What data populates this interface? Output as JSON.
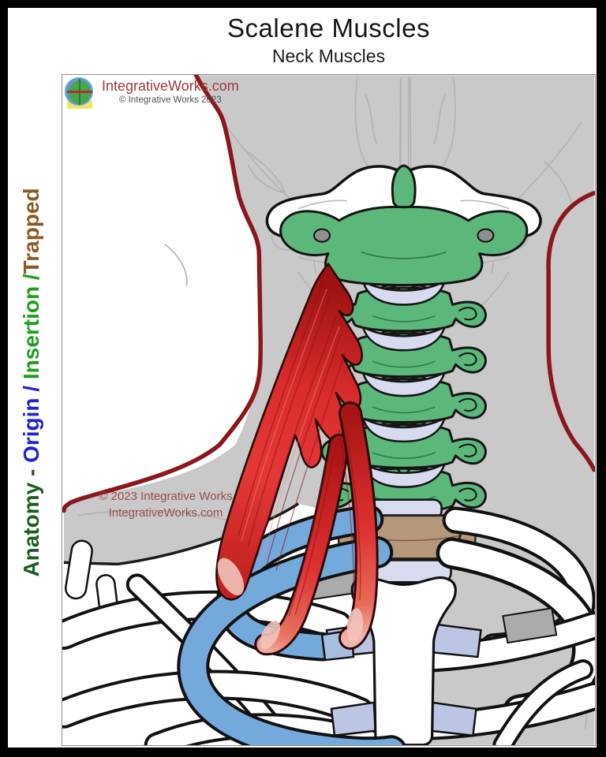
{
  "header": {
    "title": "Scalene Muscles",
    "subtitle": "Neck Muscles"
  },
  "branding": {
    "site": "IntegrativeWorks.com",
    "copyright": "© Integrative Works 2023"
  },
  "watermark": {
    "line1": "© 2023 Integrative Works",
    "line2": "IntegrativeWorks.com"
  },
  "side_label": {
    "full_text": "Anatomy - Origin / Insertion /Trapped",
    "segments": [
      {
        "text": "Anatomy - ",
        "color": "#1b5e1f"
      },
      {
        "text": "Origin",
        "color": "#2424cc"
      },
      {
        "text": " / ",
        "color": "#2424cc"
      },
      {
        "text": "Insertion",
        "color": "#1f9e1f"
      },
      {
        "text": " /",
        "color": "#1f9e1f"
      },
      {
        "text": "Trapped",
        "color": "#8a5a28"
      }
    ]
  },
  "palette": {
    "origin_vertebrae_green": "#5cb87a",
    "insertion_ribs_blue": "#74a9dc",
    "scalene_muscle_red": "#d62a2a",
    "body_silhouette_gray": "#c9c9c9",
    "skin_outline_maroon": "#8b161c",
    "disc_lavender": "#d8daf0",
    "cartilage_periwinkle": "#bcc6e4",
    "t1_vertebra_tan": "#b5977a",
    "bone_white": "#ffffff"
  }
}
